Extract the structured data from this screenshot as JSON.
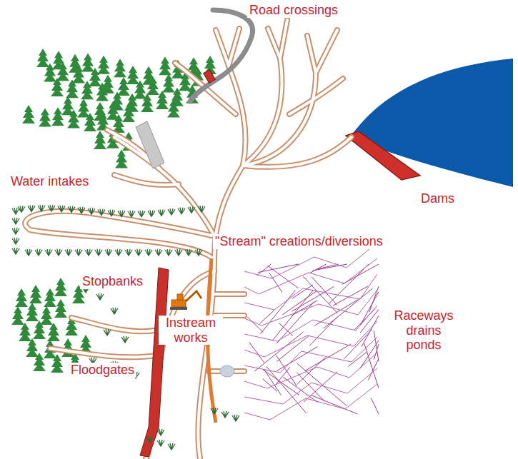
{
  "diagram": {
    "labels": [
      "Road crossings",
      "Water intakes",
      "Dams",
      "\"Stream\" creations/diversions",
      "Stopbanks",
      "Instream works",
      "Floodgates",
      "Raceways drains ponds"
    ]
  }
}
